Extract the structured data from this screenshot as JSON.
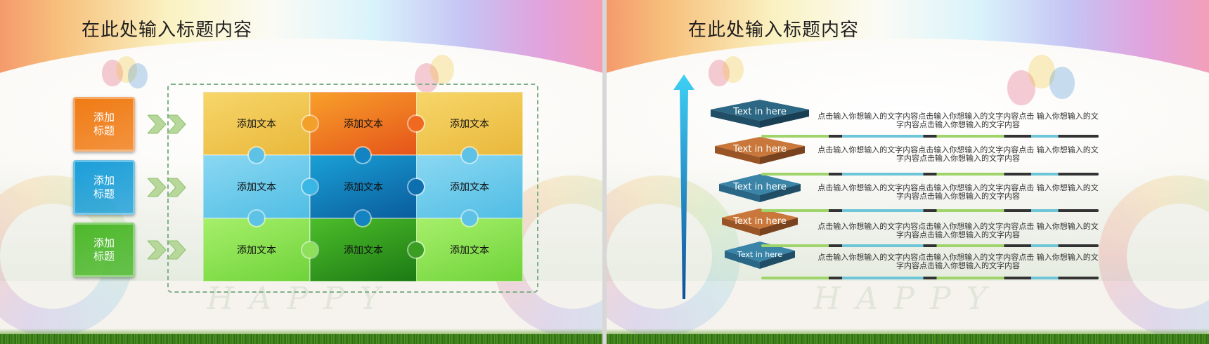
{
  "slides": [
    {
      "title": "在此处输入标题内容",
      "watermark": "HAPPY",
      "side_titles": [
        {
          "label": "添加标题",
          "color": "#f07a12"
        },
        {
          "label": "添加标题",
          "color": "#1a9ed8"
        },
        {
          "label": "添加标题",
          "color": "#4cb82a"
        }
      ],
      "puzzle": [
        [
          "添加文本",
          "添加文本",
          "添加文本"
        ],
        [
          "添加文本",
          "添加文本",
          "添加文本"
        ],
        [
          "添加文本",
          "添加文本",
          "添加文本"
        ]
      ]
    },
    {
      "title": "在此处输入标题内容",
      "watermark": "HAPPY",
      "layers": [
        {
          "label": "Text in here",
          "color": "#2f6a86",
          "paragraph": "点击输入你想输入的文字内容点击输入你想输入的文字内容点击 输入你想输入的文字内容点击输入你想输入的文字内容"
        },
        {
          "label": "Text in here",
          "color": "#c9773a",
          "paragraph": "点击输入你想输入的文字内容点击输入你想输入的文字内容点击 输入你想输入的文字内容点击输入你想输入的文字内容"
        },
        {
          "label": "Text in here",
          "color": "#3a84a8",
          "paragraph": "点击输入你想输入的文字内容点击输入你想输入的文字内容点击 输入你想输入的文字内容点击输入你想输入的文字内容"
        },
        {
          "label": "Text in here",
          "color": "#c9773a",
          "paragraph": "点击输入你想输入的文字内容点击输入你想输入的文字内容点击 输入你想输入的文字内容点击输入你想输入的文字内容"
        },
        {
          "label": "Text in here",
          "color": "#3a84a8",
          "paragraph": "点击输入你想输入的文字内容点击输入你想输入的文字内容点击 输入你想输入的文字内容点击输入你想输入的文字内容"
        }
      ]
    }
  ]
}
